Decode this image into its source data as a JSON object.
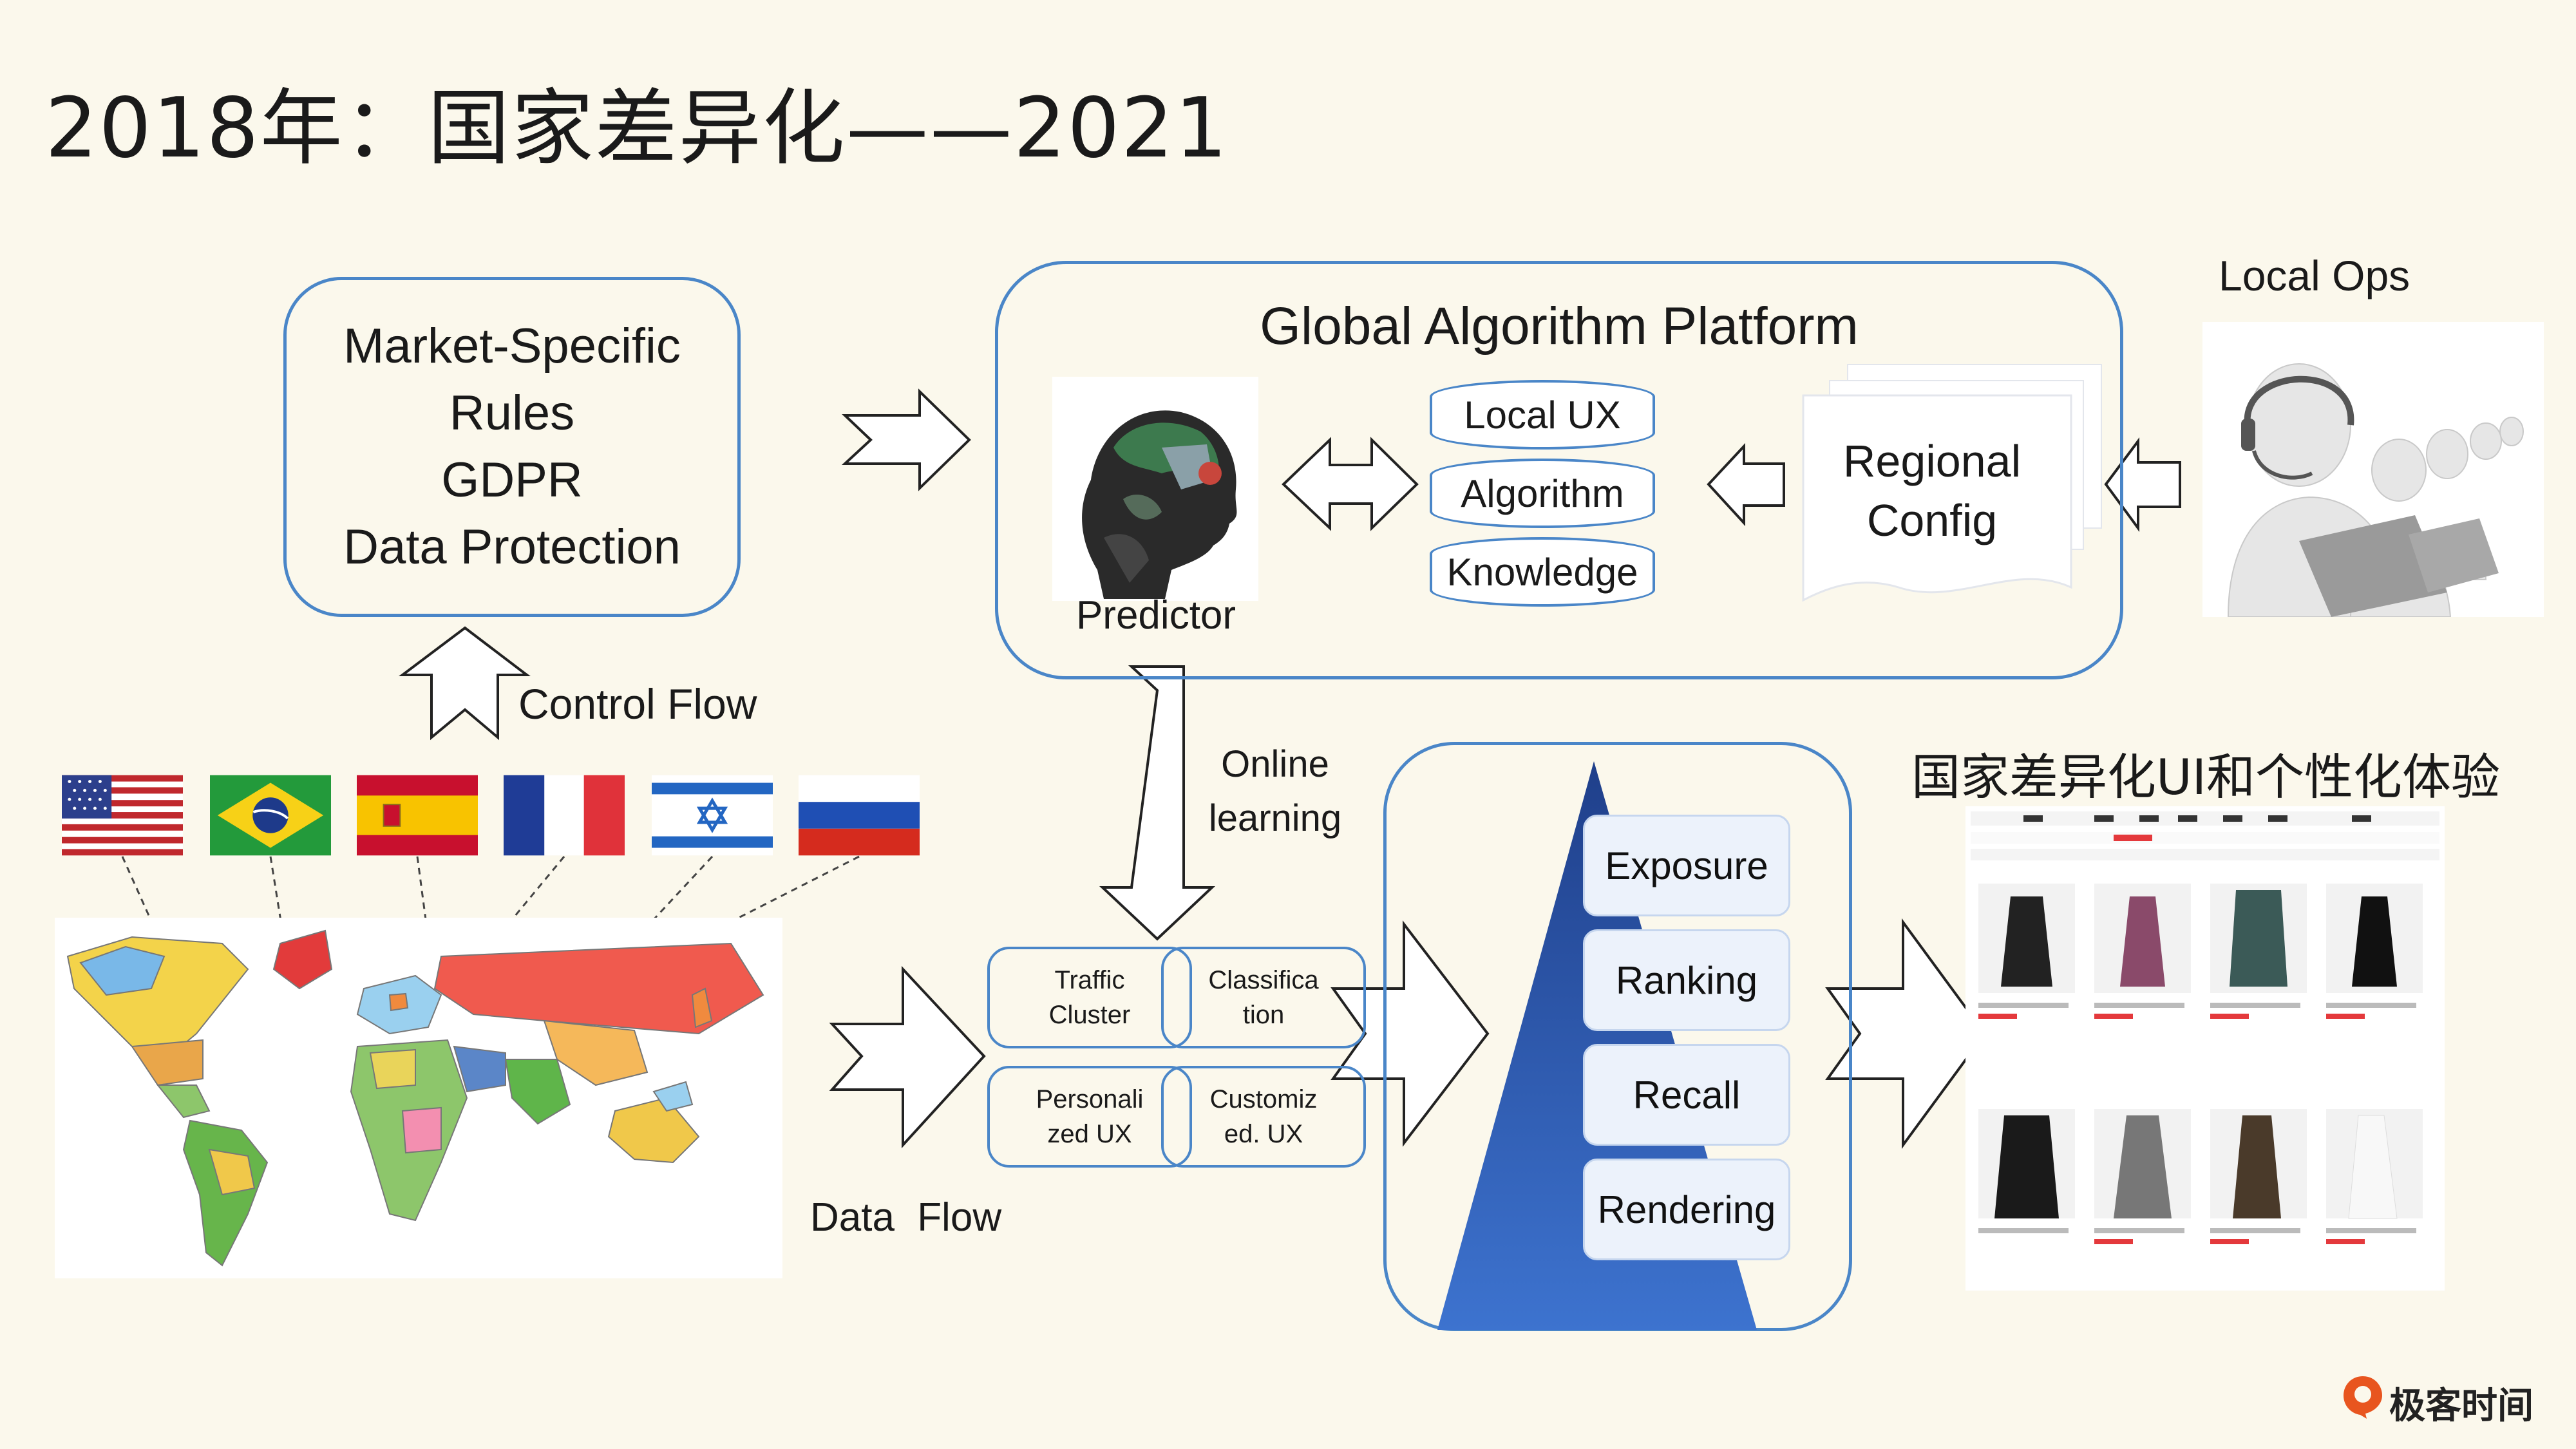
{
  "title": "2018年：国家差异化——2021",
  "market_box": {
    "lines": [
      "Market-Specific",
      "Rules",
      "GDPR",
      "Data Protection"
    ]
  },
  "platform": {
    "title": "Global Algorithm Platform",
    "predictor_label": "Predictor",
    "stack": [
      "Local UX",
      "Algorithm",
      "Knowledge"
    ],
    "regional_config": [
      "Regional",
      "Config"
    ]
  },
  "local_ops": "Local Ops",
  "control_flow": "Control Flow",
  "online_learning": [
    "Online",
    "learning"
  ],
  "data_flow": "Data  Flow",
  "mini_boxes": [
    [
      "Traffic",
      "Cluster"
    ],
    [
      "Classifica",
      "tion"
    ],
    [
      "Personali",
      "zed UX"
    ],
    [
      "Customiz",
      "ed. UX"
    ]
  ],
  "funnel_layers": [
    "Exposure",
    "Ranking",
    "Recall",
    "Rendering"
  ],
  "ui_title": "国家差异化UI和个性化体验",
  "flags": [
    "usa-flag",
    "brazil-flag",
    "spain-flag",
    "france-flag",
    "israel-flag",
    "russia-flag"
  ],
  "logo": "极客时间",
  "colors": {
    "accent": "#4a86c8",
    "funnel": "#3b6fc9",
    "background": "#fbf8ec",
    "logo": "#e8551f"
  }
}
